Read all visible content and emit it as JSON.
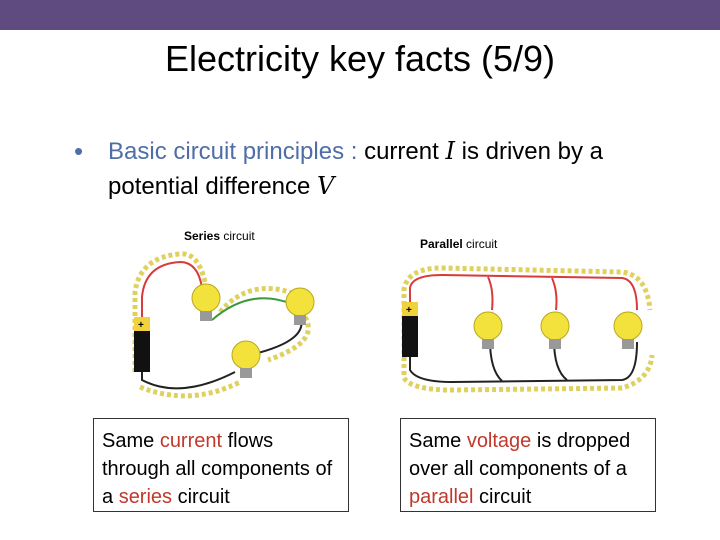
{
  "slide": {
    "title": "Electricity key facts (5/9)",
    "bullet": {
      "part1": "Basic circuit principles : ",
      "part2": "current ",
      "var1": "I",
      "part3": " is driven by a potential difference ",
      "var2": "V"
    }
  },
  "series_diagram": {
    "label_bold": "Series",
    "label_rest": " circuit",
    "battery_sign": "+"
  },
  "parallel_diagram": {
    "label_bold": "Parallel",
    "label_rest": " circuit",
    "battery_sign": "+"
  },
  "captions": {
    "series": {
      "a": "Same ",
      "b": "current",
      "c": " flows through all components of a ",
      "d": "series",
      "e": " circuit"
    },
    "parallel": {
      "a": "Same ",
      "b": "voltage",
      "c": " is dropped over all components of a ",
      "d": "parallel",
      "e": " circuit"
    }
  },
  "colors": {
    "topbar": "#5f4b7f",
    "accent": "#4f6ea8",
    "highlight": "#c0392b",
    "bulb": "#f2e23b",
    "wire_red": "#d93a3a",
    "wire_green": "#3c9a3c"
  }
}
